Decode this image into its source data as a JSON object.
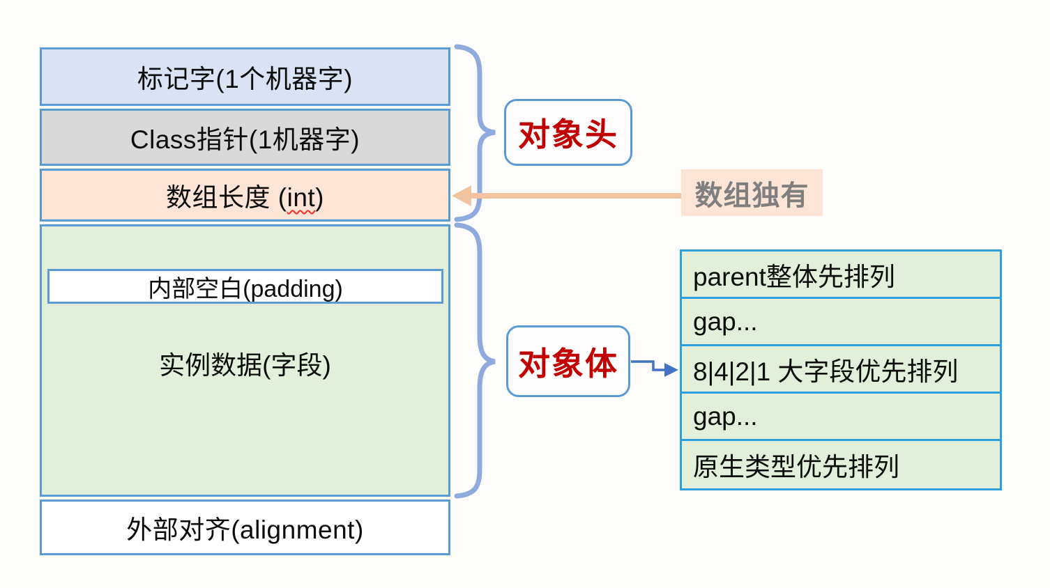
{
  "memory_layout": {
    "mark_word": "标记字(1个机器字)",
    "class_pointer": "Class指针(1机器字)",
    "array_length_prefix": "数组长度 (",
    "array_length_type": "int",
    "array_length_suffix": ")",
    "padding": "内部空白(padding)",
    "instance_data": "实例数据(字段)",
    "alignment": "外部对齐(alignment)"
  },
  "labels": {
    "object_header": "对象头",
    "object_body": "对象体",
    "array_only": "数组独有"
  },
  "field_order_table": {
    "rows": [
      "parent整体先排列",
      "gap...",
      "8|4|2|1 大字段优先排列",
      "gap...",
      "原生类型优先排列"
    ]
  },
  "icons": {
    "object_header_brace": "}",
    "object_body_brace": "}",
    "array_only_arrow": "←",
    "body_to_table_arrow": "→"
  },
  "colors": {
    "background": "#fffcfc",
    "box_border_blue": "#5b9bd5",
    "mark_word_fill": "#dae3f3",
    "class_pointer_fill": "#d9d9d9",
    "array_length_fill": "#fce4d6",
    "instance_fill": "#e2efda",
    "table_border_cyan": "#2e9fd9",
    "brace_blue": "#8faadc",
    "red_label_text": "#c00000",
    "gray_label_text": "#7f7f7f",
    "orange_arrow": "#f2c3a0",
    "blue_arrow": "#4472c4",
    "wavy_underline": "#ff2a2a"
  }
}
